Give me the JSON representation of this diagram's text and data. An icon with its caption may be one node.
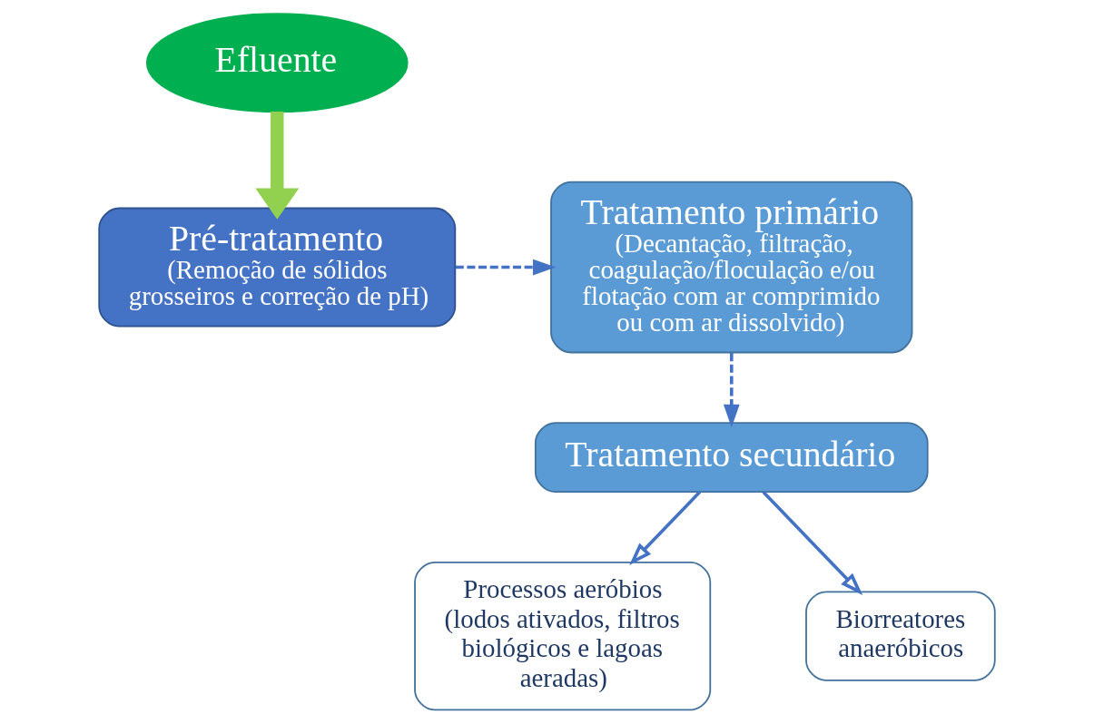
{
  "diagram": {
    "nodes": [
      {
        "text": [
          "Efluente"
        ]
      },
      {
        "text": [
          "Pré-tratamento",
          "(Remoção de sólidos grosseiros e correção de pH)"
        ]
      },
      {
        "text": [
          "Tratamento primário",
          "(Decantação, filtração, coagulação/floculação e/ou flotação com ar comprimido ou com ar dissolvido)"
        ]
      },
      {
        "text": [
          "Tratamento secundário"
        ]
      },
      {
        "text": [
          "Processos aeróbios (lodos ativados, filtros biológicos e lagoas aeradas)"
        ]
      },
      {
        "text": [
          "Biorreatores anaeróbicos"
        ]
      }
    ],
    "edges": [
      {
        "from": 0,
        "to": 1,
        "arrow": "to",
        "style": "thick",
        "color": "#92d050"
      },
      {
        "from": 1,
        "to": 2,
        "arrow": "to",
        "style": "dashed"
      },
      {
        "from": 2,
        "to": 3,
        "arrow": "to",
        "style": "dashed"
      },
      {
        "from": 3,
        "to": 4,
        "arrow": "to"
      },
      {
        "from": 3,
        "to": 5,
        "arrow": "to"
      }
    ]
  }
}
